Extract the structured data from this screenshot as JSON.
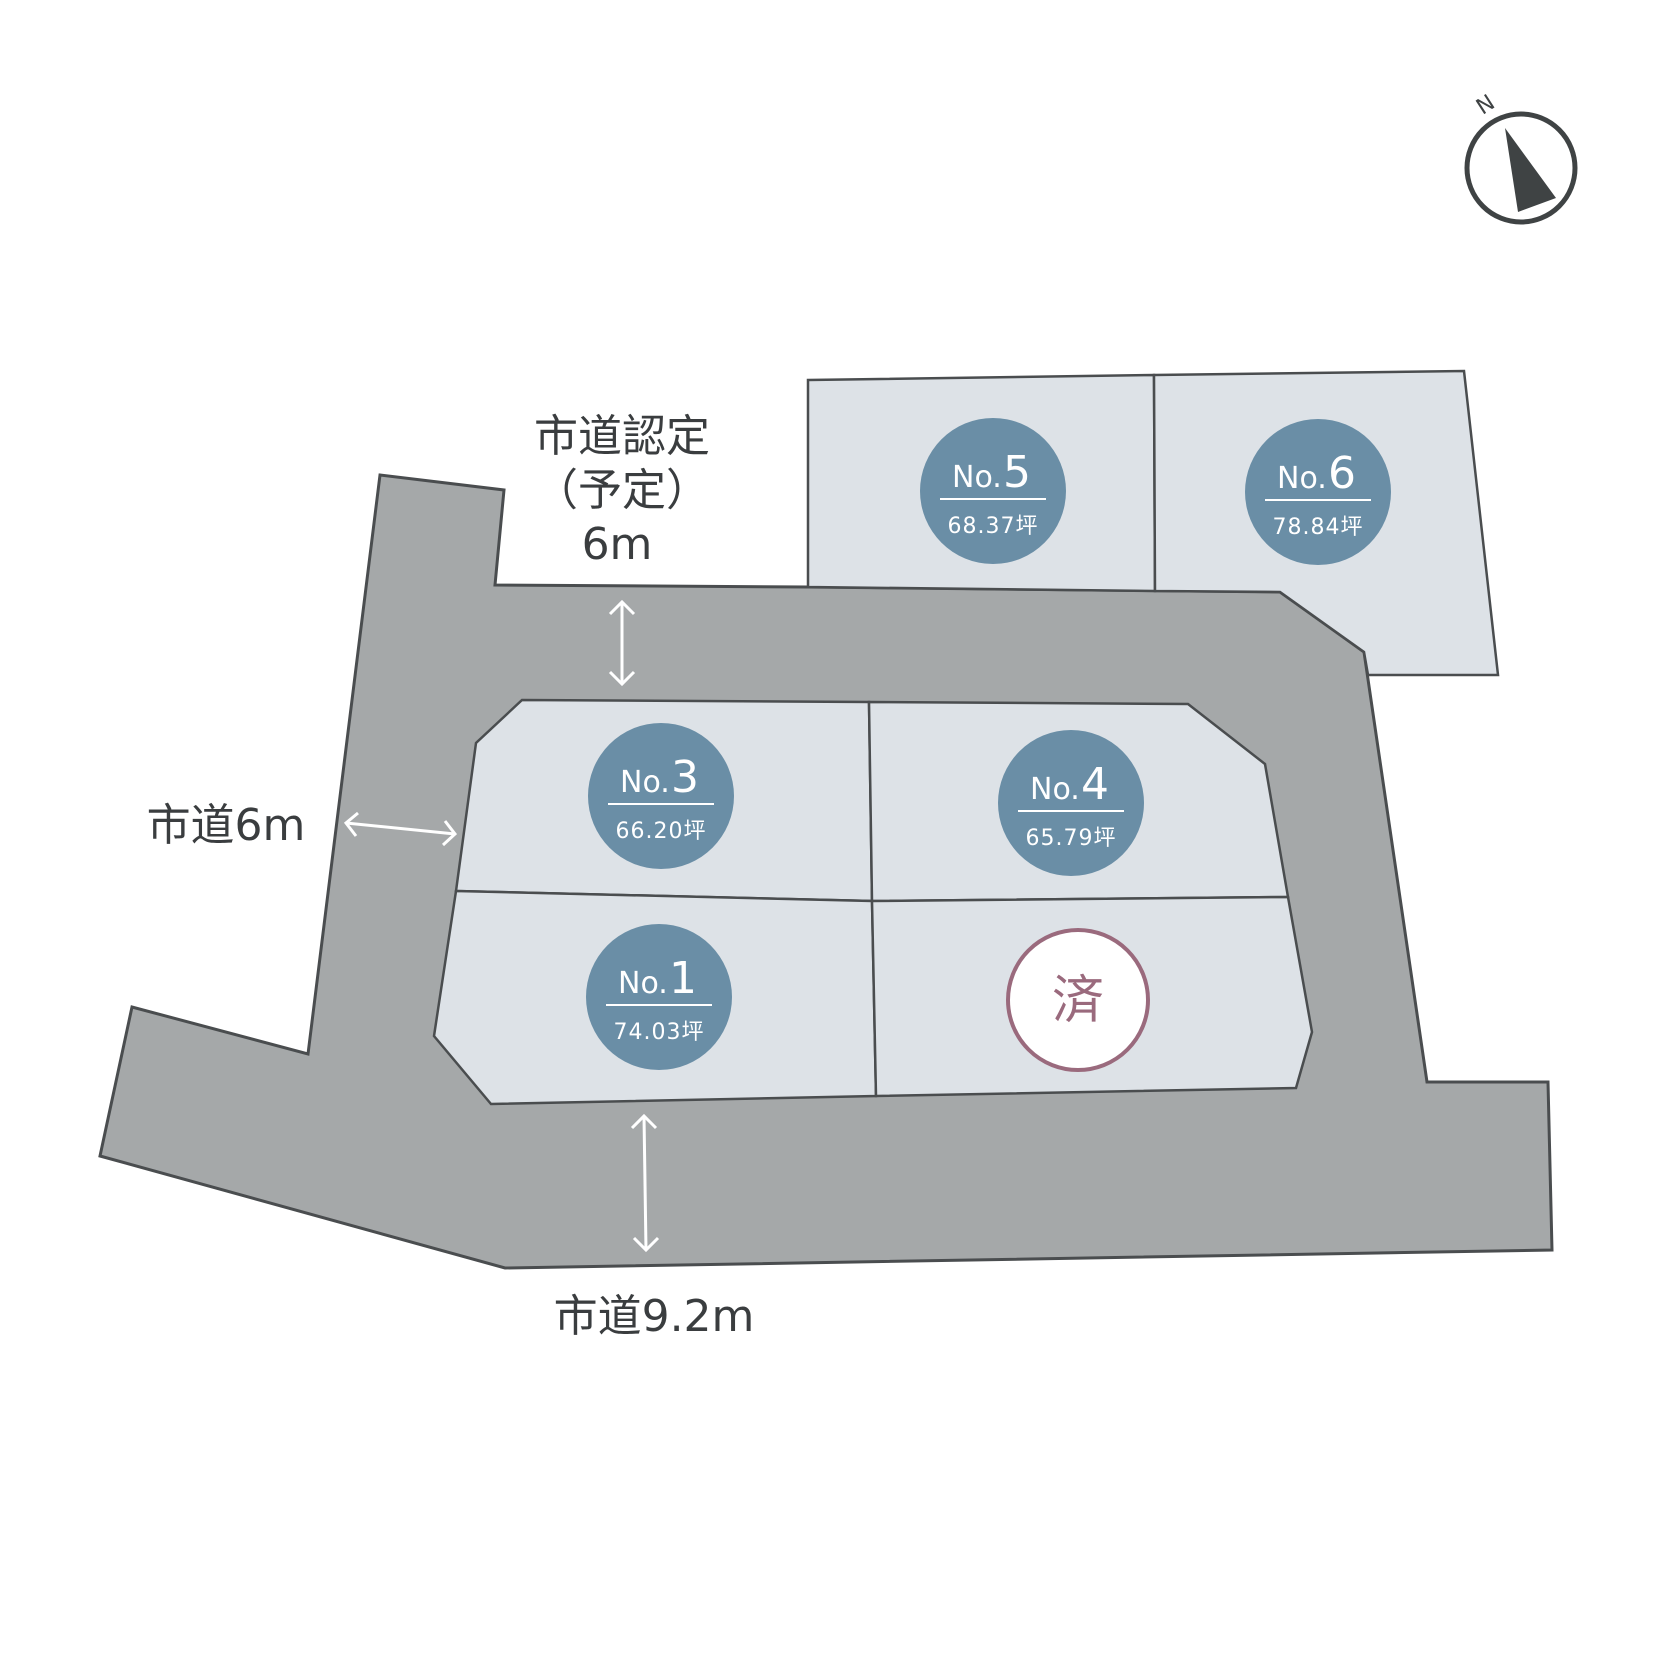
{
  "compass": {
    "label": "N",
    "icon": "north-arrow-icon"
  },
  "roads": {
    "north": {
      "line1": "市道認定",
      "line2": "（予定）",
      "line3": "6m"
    },
    "west": {
      "label": "市道6m"
    },
    "south": {
      "label": "市道9.2m"
    }
  },
  "lots": [
    {
      "id": "lot-1",
      "no_prefix": "No.",
      "no_number": "1",
      "area": "74.03坪"
    },
    {
      "id": "lot-2",
      "sold_label": "済"
    },
    {
      "id": "lot-3",
      "no_prefix": "No.",
      "no_number": "3",
      "area": "66.20坪"
    },
    {
      "id": "lot-4",
      "no_prefix": "No.",
      "no_number": "4",
      "area": "65.79坪"
    },
    {
      "id": "lot-5",
      "no_prefix": "No.",
      "no_number": "5",
      "area": "68.37坪"
    },
    {
      "id": "lot-6",
      "no_prefix": "No.",
      "no_number": "6",
      "area": "78.84坪"
    }
  ],
  "colors": {
    "road_fill": "#a5a8a9",
    "lot_fill": "#dde2e7",
    "outline": "#4a4d4f",
    "badge": "#6a8ea6",
    "sold": "#9a6a7d"
  }
}
